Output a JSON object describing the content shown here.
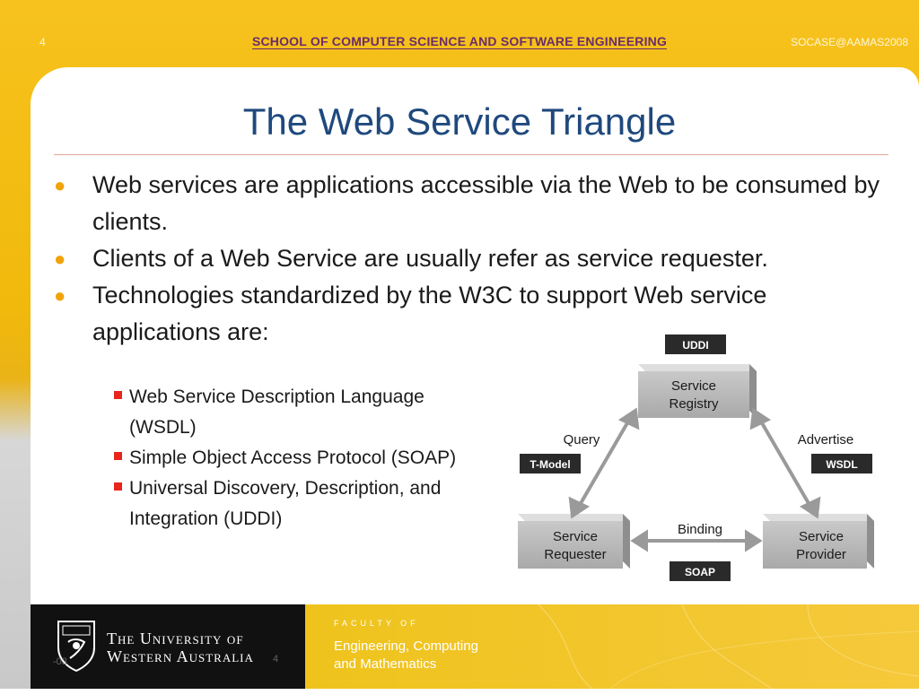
{
  "header": {
    "slide_number": "4",
    "school": "SCHOOL OF COMPUTER SCIENCE AND SOFTWARE ENGINEERING",
    "conference": "SOCASE@AAMAS2008"
  },
  "slide": {
    "title": "The Web Service Triangle",
    "bullets": [
      "Web services are applications accessible via the Web to be consumed by clients.",
      "Clients of a Web Service are usually refer as service requester.",
      "Technologies standardized by the W3C to support Web service applications are:"
    ],
    "sub_bullets": [
      "Web Service Description Language (WSDL)",
      "Simple Object Access Protocol (SOAP)",
      "Universal Discovery, Description, and Integration (UDDI)"
    ]
  },
  "diagram": {
    "tags": {
      "uddi": "UDDI",
      "tmodel": "T-Model",
      "wsdl": "WSDL",
      "soap": "SOAP"
    },
    "registry": [
      "Service",
      "Registry"
    ],
    "requester": [
      "Service",
      "Requester"
    ],
    "provider": [
      "Service",
      "Provider"
    ],
    "edges": {
      "query": "Query",
      "advertise": "Advertise",
      "binding": "Binding"
    }
  },
  "footer": {
    "university_line1": "The University of",
    "university_line2": "Western Australia",
    "faculty_label": "FACULTY OF",
    "faculty_line1": "Engineering, Computing",
    "faculty_line2": "and Mathematics",
    "date_fragment": "-03",
    "page_fragment": "4"
  },
  "colors": {
    "title": "#1f497d",
    "bullet": "#f0a30a",
    "sub_marker": "#e8261b",
    "school": "#6a2c6a",
    "brand_yellow": "#f1b90b"
  }
}
